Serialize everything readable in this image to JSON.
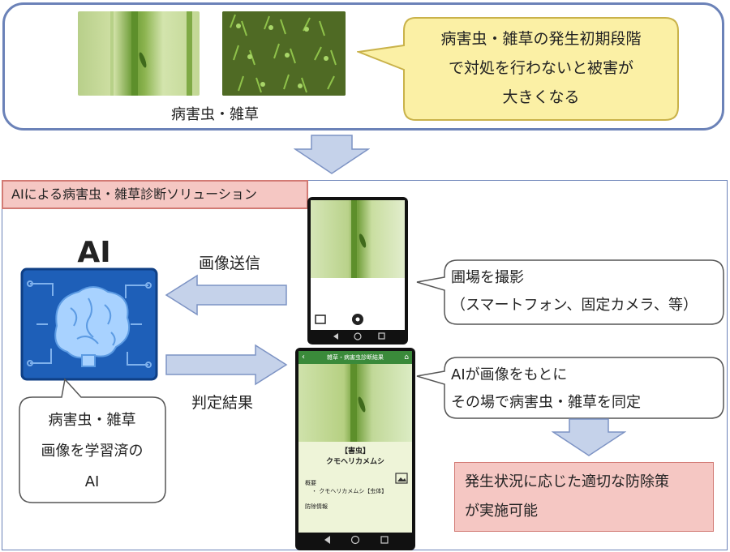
{
  "top": {
    "caption": "病害虫・雑草",
    "bubble_lines": [
      "病害虫・雑草の発生初期段階",
      "で対処を行わないと被害が",
      "大きくなる"
    ]
  },
  "solution": {
    "title": "AIによる病害虫・雑草診断ソリューション",
    "ai_label": "AI",
    "ai_bubble_lines": [
      "病害虫・雑草",
      "画像を学習済の",
      "AI"
    ],
    "send_label": "画像送信",
    "result_label": "判定結果",
    "capture_lines": [
      "圃場を撮影",
      "（スマートフォン、固定カメラ、等）"
    ],
    "diagnosis_lines": [
      "AIが画像をもとに",
      "その場で病害虫・雑草を同定"
    ],
    "measure_lines": [
      "発生状況に応じた適切な防除策",
      "が実施可能"
    ]
  },
  "app": {
    "header": "雑草・病害虫診断結果",
    "category": "【害虫】",
    "name": "クモヘリカメムシ",
    "overview_label": "概要",
    "overview_item": "・ クモヘリカメムシ【虫体】",
    "control_label": "防除情報"
  },
  "colors": {
    "panel_border": "#6b82b8",
    "arrow_fill": "#c5d2ea",
    "bubble_yellow": "#fbf0a5",
    "pink_box": "#f5c7c3",
    "chip_blue": "#1e5fb8"
  }
}
